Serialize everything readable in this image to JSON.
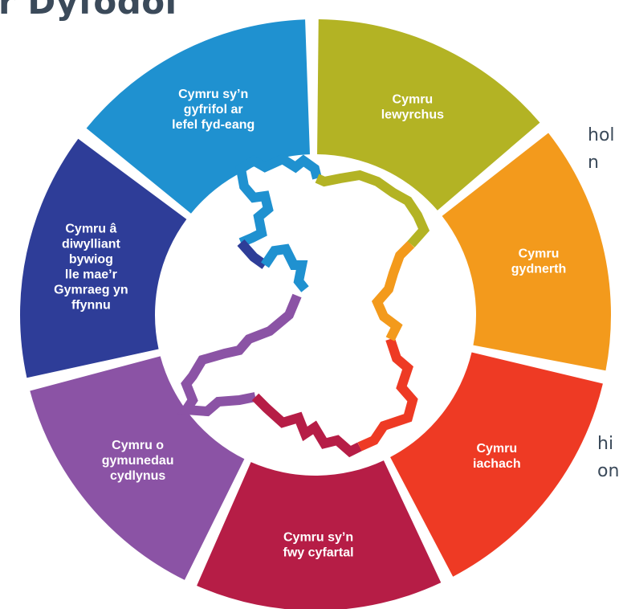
{
  "header": {
    "title_fragment": "r Dyfodol"
  },
  "side_text": {
    "left_fragments_top": [
      "hol",
      "n"
    ],
    "left_fragments_bottom": [
      "hi",
      "on"
    ]
  },
  "wheel": {
    "segments": [
      {
        "label_lines": [
          "Cymru",
          "lewyrchus"
        ],
        "color": "#b3b324"
      },
      {
        "label_lines": [
          "Cymru",
          "gydnerth"
        ],
        "color": "#f39a1c"
      },
      {
        "label_lines": [
          "Cymru",
          "iachach"
        ],
        "color": "#ee3a24"
      },
      {
        "label_lines": [
          "Cymru sy’n",
          "fwy cyfartal"
        ],
        "color": "#b61d46"
      },
      {
        "label_lines": [
          "Cymru o",
          "gymunedau",
          "cydlynus"
        ],
        "color": "#8b53a5"
      },
      {
        "label_lines": [
          "Cymru â",
          "diwylliant",
          "bywiog",
          "lle mae’r",
          "Gymraeg yn",
          "ffynnu"
        ],
        "color": "#2e3d98"
      },
      {
        "label_lines": [
          "Cymru sy’n",
          "gyfrifol ar",
          "lefel fyd-eang"
        ],
        "color": "#1f91d0"
      }
    ]
  }
}
